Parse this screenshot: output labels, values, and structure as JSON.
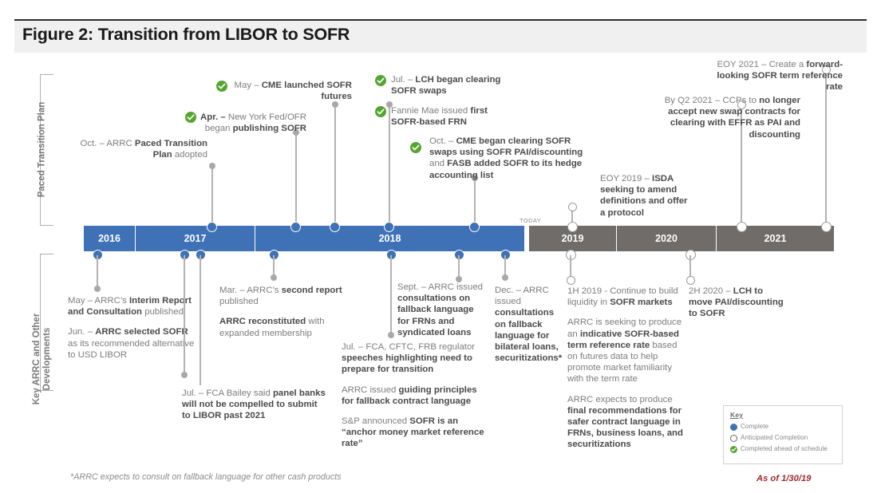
{
  "header": {
    "title": "Figure 2: Transition from LIBOR to SOFR"
  },
  "axis_labels": {
    "top": "Paced Transition Plan",
    "bottom": "Key ARRC and Other\nDevelopments"
  },
  "timeline": {
    "today_label": "TODAY",
    "segments": [
      {
        "year": "2016",
        "state": "past",
        "color": "#3e71b5"
      },
      {
        "year": "2017",
        "state": "past",
        "color": "#3e71b5"
      },
      {
        "year": "2018",
        "state": "past",
        "color": "#3e71b5"
      },
      {
        "year": "2019",
        "state": "future",
        "color": "#6f6c6a"
      },
      {
        "year": "2020",
        "state": "future",
        "color": "#6f6c6a"
      },
      {
        "year": "2021",
        "state": "future",
        "color": "#6f6c6a"
      }
    ]
  },
  "paced_transition_plan": [
    {
      "id": "oct-2017-paced-plan",
      "marker": "blue",
      "check": false,
      "html": "Oct. &ndash; ARRC <b>Paced Transition Plan</b> adopted"
    },
    {
      "id": "apr-2018-nyfed-ofr",
      "marker": "blue",
      "check": true,
      "html": "<b>Apr. &ndash;</b> New York Fed/OFR began <b>publishing SOFR</b>"
    },
    {
      "id": "may-2018-cme-futures",
      "marker": "blue",
      "check": true,
      "html": "May &ndash; <b>CME launched SOFR futures</b>"
    },
    {
      "id": "jul-2018-lch-clearing",
      "marker": "blue",
      "check": true,
      "html": "Jul. &ndash; <b>LCH began clearing SOFR swaps</b>"
    },
    {
      "id": "fannie-mae-frn",
      "marker": "blue",
      "check": true,
      "html": "Fannie Mae issued <b>first SOFR-based FRN</b>"
    },
    {
      "id": "oct-2018-cme-pai-fasb",
      "marker": "blue",
      "check": true,
      "html": "Oct. &ndash; <b>CME began clearing SOFR swaps using SOFR PAI/discounting</b> and <b>FASB added SOFR to its hedge accounting list</b>"
    },
    {
      "id": "eoy-2019-isda",
      "marker": "white",
      "check": false,
      "html": "EOY 2019 &ndash; <b>ISDA seeking to amend definitions and offer a protocol</b>"
    },
    {
      "id": "by-q2-2021-ccps",
      "marker": "white",
      "check": false,
      "html": "By Q2 2021 &ndash; CCPs to <b>no longer accept new swap contracts for clearing with EFFR as PAI and discounting</b>"
    },
    {
      "id": "eoy-2021-term-rate",
      "marker": "white",
      "check": false,
      "html": "EOY 2021 &ndash; Create a <b>forward-looking SOFR term reference rate</b>"
    }
  ],
  "key_arrc_developments": [
    {
      "id": "2016-interim-report",
      "marker": "blue",
      "paragraphs": [
        "May &ndash; ARRC&rsquo;s <b>Interim Report and Consultation</b> published",
        "Jun. &ndash; <b>ARRC selected SOFR</b> as its recommended alternative to USD LIBOR"
      ]
    },
    {
      "id": "jul-2017-fca-bailey",
      "marker": "blue",
      "paragraphs": [
        "Jul. &ndash; FCA Bailey said <b>panel banks will not be compelled to submit to LIBOR past 2021</b>"
      ]
    },
    {
      "id": "mar-2018-second-report",
      "marker": "blue",
      "paragraphs": [
        "Mar. &ndash; ARRC&rsquo;s <b>second report</b> published",
        "<b>ARRC reconstituted</b> with expanded membership"
      ]
    },
    {
      "id": "jul-2018-regulator-speeches",
      "marker": "blue",
      "paragraphs": [
        "Jul. &ndash; FCA, CFTC, FRB regulator <b>speeches highlighting need to prepare for transition</b>",
        "ARRC issued <b>guiding principles for fallback contract language</b>",
        "S&amp;P announced <b>SOFR is an &ldquo;anchor money market reference rate&rdquo;</b>"
      ]
    },
    {
      "id": "sept-2018-frn-consultations",
      "marker": "blue",
      "paragraphs": [
        "Sept. &ndash; ARRC issued <b>consultations on fallback language for FRNs and syndicated loans</b>"
      ]
    },
    {
      "id": "dec-2018-bilateral-consultations",
      "marker": "blue",
      "paragraphs": [
        "Dec. &ndash; ARRC issued <b>consultations on fallback language for bilateral loans, securitizations*</b>"
      ]
    },
    {
      "id": "1h-2019-liquidity",
      "marker": "white",
      "paragraphs": [
        "1H 2019 - Continue to build liquidity in <b>SOFR markets</b>",
        "ARRC is seeking to produce an <b>indicative SOFR-based term reference rate</b> based on futures data to help promote market familiarity with the term rate",
        "ARRC expects to produce <b>final recommendations for safer contract language in FRNs, business loans, and securitizations</b>"
      ]
    },
    {
      "id": "2h-2020-lch-pai",
      "marker": "white",
      "paragraphs": [
        "2H 2020 &ndash; <b>LCH to move PAI/discounting to SOFR</b>"
      ]
    }
  ],
  "key_legend": {
    "title": "Key",
    "items": [
      {
        "label": "Complete",
        "swatch": "blue-filled",
        "color": "#3e71b5"
      },
      {
        "label": "Anticipated Completion",
        "swatch": "hollow-circle",
        "color": "#ffffff"
      },
      {
        "label": "Completed ahead of schedule",
        "swatch": "green-check",
        "color": "#54a631"
      }
    ]
  },
  "footnote": "*ARRC expects to consult on fallback language for other cash products",
  "as_of": "As of 1/30/19"
}
